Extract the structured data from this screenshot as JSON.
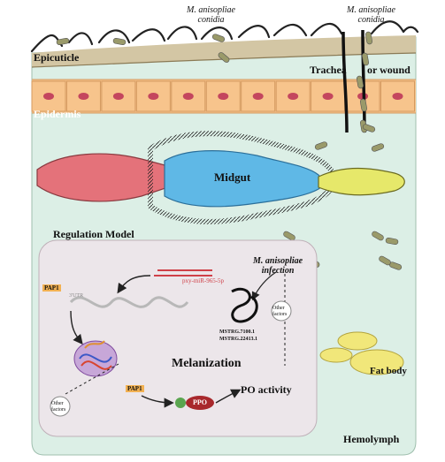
{
  "labels": {
    "conidia_left_line1": "M. anisopliae",
    "conidia_left_line2": "conidia",
    "conidia_right_line1": "M. anisopliae",
    "conidia_right_line2": "conidia",
    "epicuticle": "Epicuticle",
    "epidermis": "Epidermis",
    "trachea": "Trachea",
    "wound": "or wound",
    "midgut": "Midgut",
    "regulation_model": "Regulation Model",
    "infection_line1": "M. anisopliae",
    "infection_line2": "infection",
    "melanization": "Melanization",
    "po_activity": "PO activity",
    "ppo": "PPO",
    "pap1_top": "PAP1",
    "pap1_bottom": "PAP1",
    "mirna": "pxy-miR-965-5p",
    "lnc_line1": "MSTRG.7100.1",
    "lnc_line2": "MSTRG.22413.1",
    "other_factors_right": "Other factors",
    "other_factors_left": "Other factors",
    "pap1_3utr": "3'UTR",
    "fat_body": "Fat body",
    "hemolymph": "Hemolymph"
  },
  "colors": {
    "hemolymph_bg": "#dcefe6",
    "foregut": "#e4727a",
    "midgut": "#5fb8e6",
    "hindgut": "#e6e86a",
    "fat_body": "#f1e77a",
    "epidermis": "#f7c48c",
    "nucleus": "#c4465e",
    "conidia": "#9a9a6a",
    "ppo_node": "#5aa54f",
    "ppo_body": "#a8282c",
    "mirna": "#cf4048",
    "pap1_tag": "#f2b152",
    "model_box": "#ece6ea"
  }
}
